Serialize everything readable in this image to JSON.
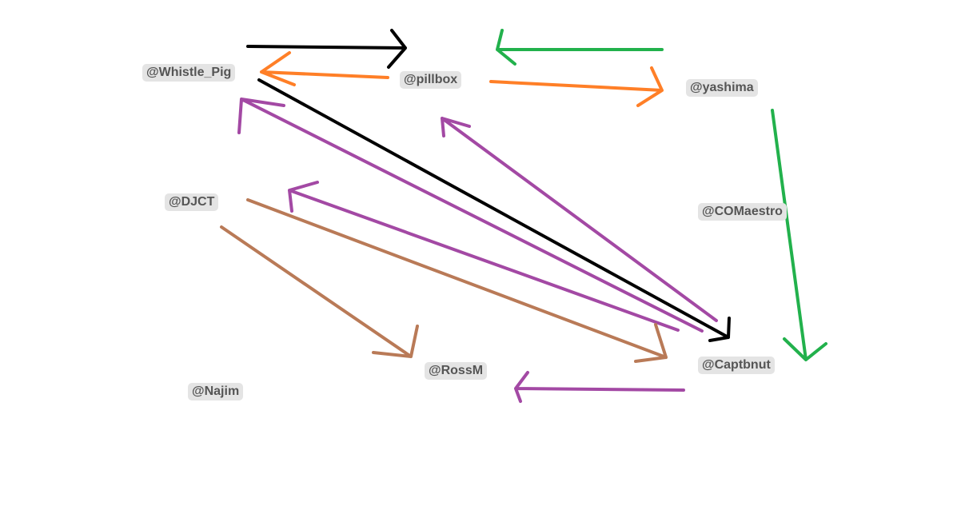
{
  "handles": {
    "whistle_pig": "@Whistle_Pig",
    "pillbox": "@pillbox",
    "yashima": "@yashima",
    "djct": "@DJCT",
    "comaestro": "@COMaestro",
    "captbnut": "@Captbnut",
    "rossm": "@RossM",
    "najim": "@Najim"
  },
  "colors": {
    "black": "#000000",
    "orange": "#ff7f27",
    "green": "#22b14c",
    "purple": "#a349a4",
    "brown": "#b97a57",
    "label_bg": "#e4e4e4",
    "label_text": "#555555"
  },
  "arrows": [
    {
      "from": "@Whistle_Pig",
      "to": "@pillbox",
      "color": "black"
    },
    {
      "from": "@pillbox",
      "to": "@Whistle_Pig",
      "color": "orange"
    },
    {
      "from": "@yashima",
      "to": "@pillbox",
      "color": "green"
    },
    {
      "from": "@pillbox",
      "to": "@yashima",
      "color": "orange"
    },
    {
      "from": "@yashima",
      "to": "@Captbnut",
      "color": "green"
    },
    {
      "from": "@Whistle_Pig",
      "to": "@Captbnut",
      "color": "black"
    },
    {
      "from": "@Captbnut",
      "to": "@Whistle_Pig",
      "color": "purple"
    },
    {
      "from": "@Captbnut",
      "to": "@pillbox",
      "color": "purple"
    },
    {
      "from": "@Captbnut",
      "to": "@DJCT",
      "color": "purple"
    },
    {
      "from": "@Captbnut",
      "to": "@RossM",
      "color": "purple"
    },
    {
      "from": "@DJCT",
      "to": "@Captbnut",
      "color": "brown"
    },
    {
      "from": "@DJCT",
      "to": "@RossM",
      "color": "brown"
    }
  ]
}
